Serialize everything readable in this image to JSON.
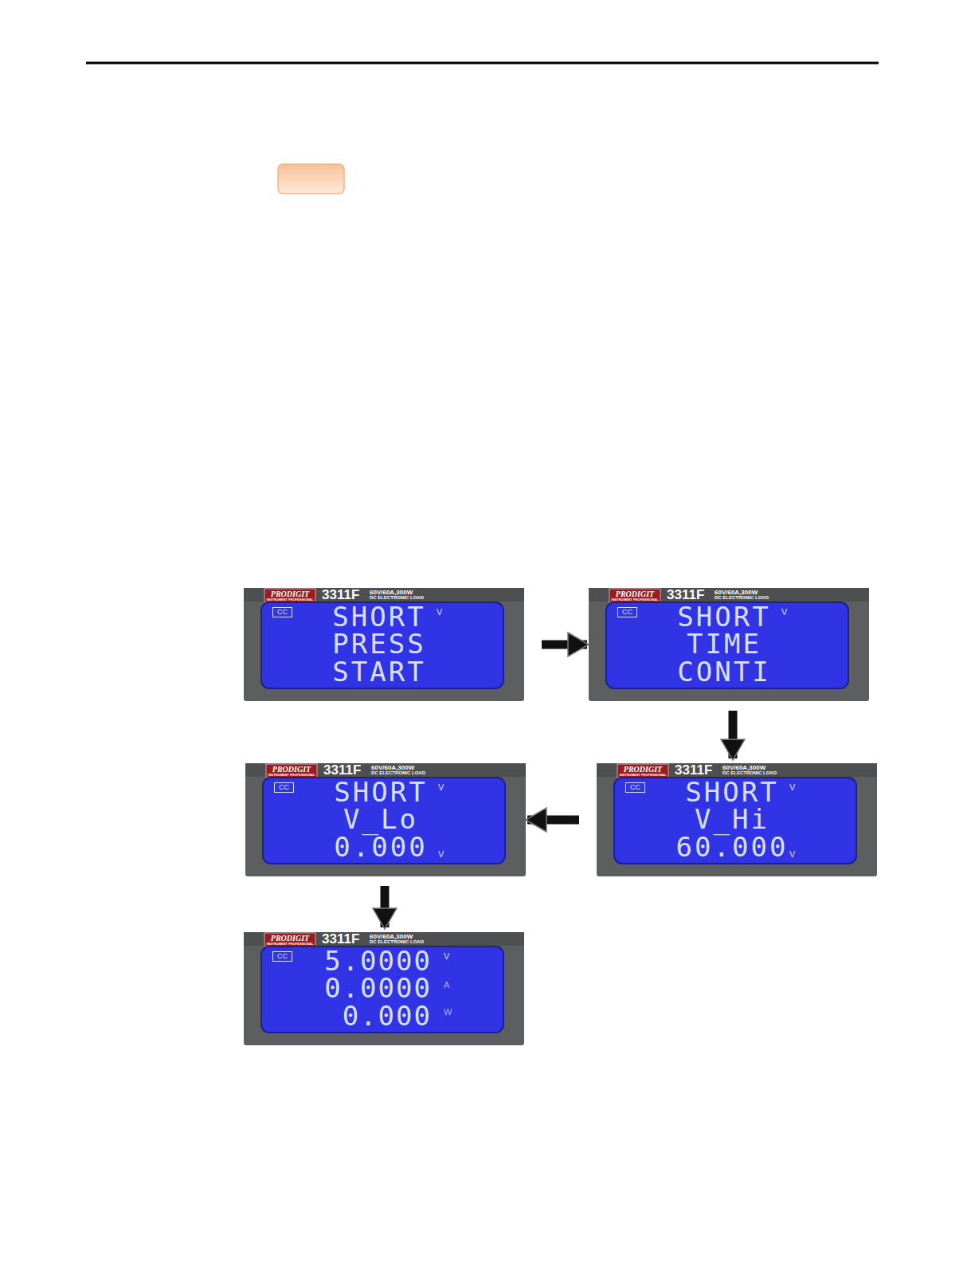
{
  "diagram": {
    "nodes": [
      {
        "text": [
          "PRODIGIT",
          "INSTRUMENT PROFESSIONAL",
          "3311F",
          "60V/60A,300W",
          "DC ELECTRONIC LOAD",
          "CC",
          "SHORT",
          "V",
          "PRESS",
          "START"
        ]
      },
      {
        "text": [
          "PRODIGIT",
          "INSTRUMENT PROFESSIONAL",
          "3311F",
          "60V/60A,300W",
          "DC ELECTRONIC LOAD",
          "CC",
          "SHORT",
          "V",
          "TIME",
          "CONTI"
        ]
      },
      {
        "text": [
          "PRODIGIT",
          "INSTRUMENT PROFESSIONAL",
          "3311F",
          "60V/60A,300W",
          "DC ELECTRONIC LOAD",
          "CC",
          "SHORT",
          "V",
          "V_Lo",
          "0.000",
          "V"
        ]
      },
      {
        "text": [
          "PRODIGIT",
          "INSTRUMENT PROFESSIONAL",
          "3311F",
          "60V/60A,300W",
          "DC ELECTRONIC LOAD",
          "CC",
          "SHORT",
          "V",
          "V_Hi",
          "60.000",
          "V"
        ]
      },
      {
        "text": [
          "PRODIGIT",
          "INSTRUMENT PROFESSIONAL",
          "3311F",
          "60V/60A,300W",
          "DC ELECTRONIC LOAD",
          "CC",
          "5.0000",
          "V",
          "0.0000",
          "A",
          "0.000",
          "W"
        ]
      }
    ],
    "edges": [
      {
        "from": 0,
        "to": 1,
        "arrow": "to"
      },
      {
        "from": 1,
        "to": 3,
        "arrow": "to"
      },
      {
        "from": 3,
        "to": 2,
        "arrow": "to"
      },
      {
        "from": 2,
        "to": 4,
        "arrow": "to"
      }
    ]
  }
}
